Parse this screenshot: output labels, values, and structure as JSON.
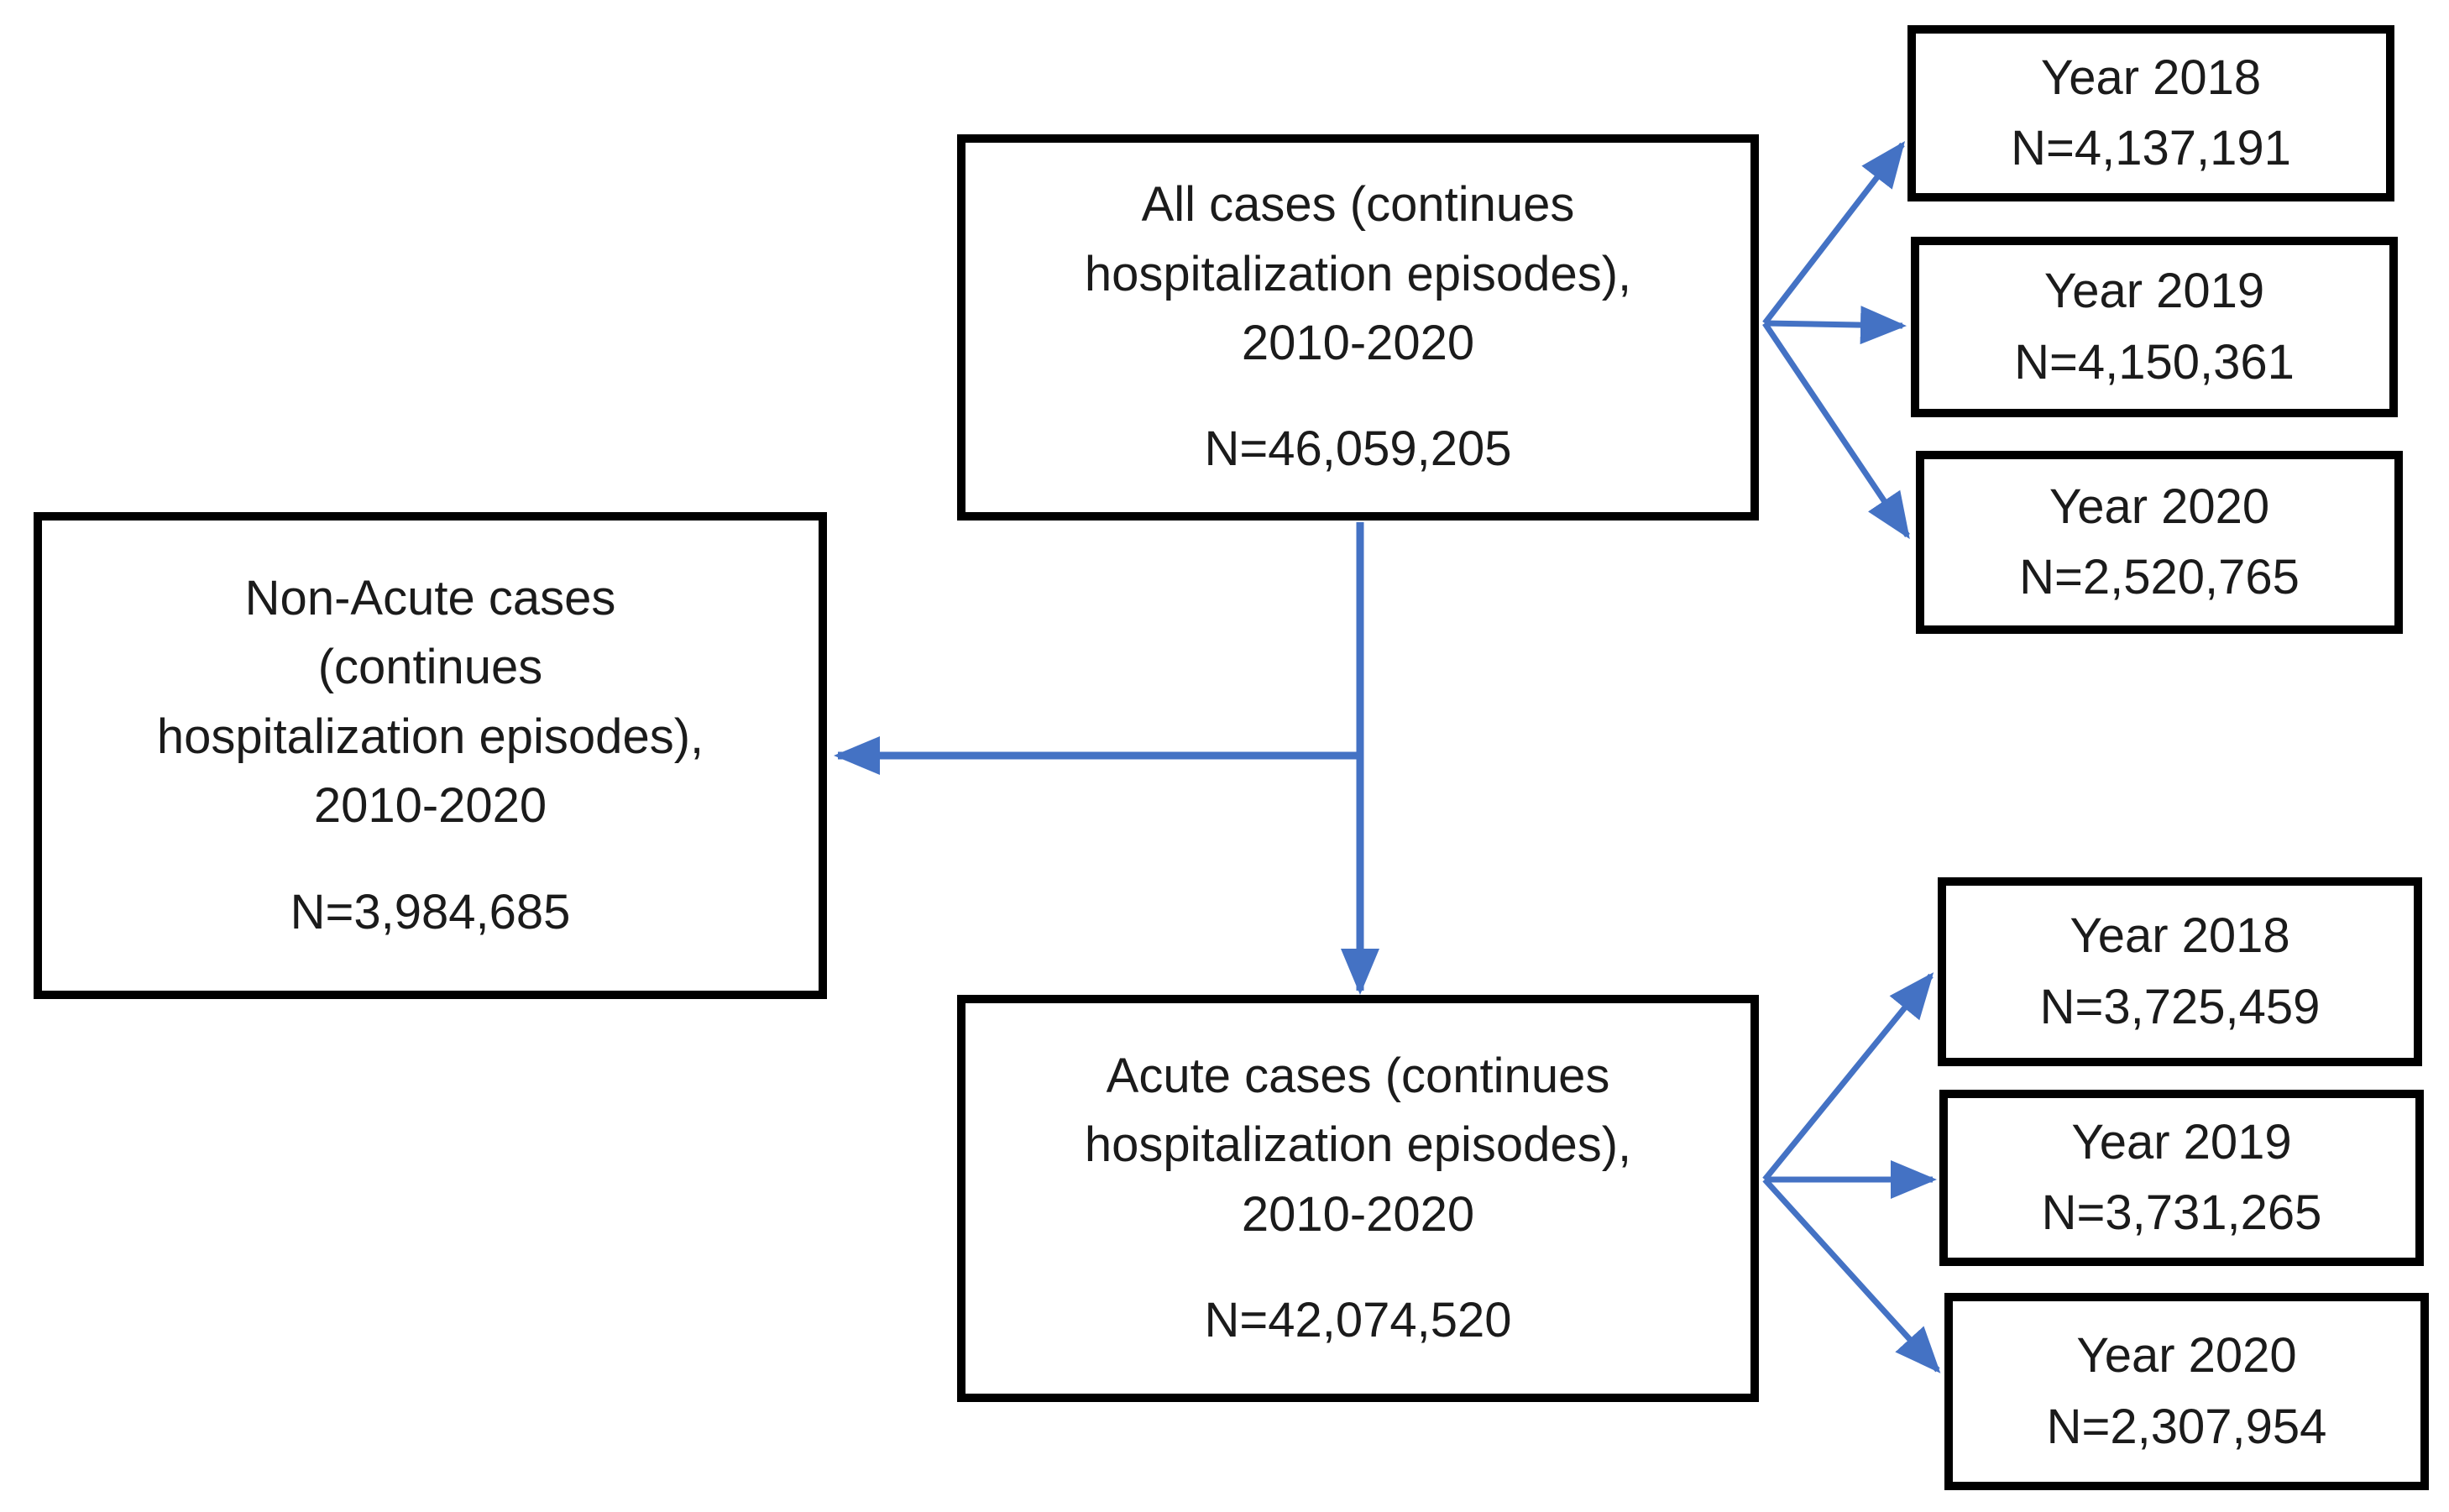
{
  "colors": {
    "arrow": "#4472C4",
    "box_border": "#000000",
    "text": "#1b1b1b",
    "background": "#ffffff"
  },
  "flowchart": {
    "all_cases": {
      "lines": [
        "All cases (continues",
        "hospitalization episodes),",
        "2010-2020"
      ],
      "n": "N=46,059,205"
    },
    "non_acute_cases": {
      "lines": [
        "Non-Acute cases",
        "(continues",
        "hospitalization episodes),",
        "2010-2020"
      ],
      "n": "N=3,984,685"
    },
    "acute_cases": {
      "lines": [
        "Acute cases (continues",
        "hospitalization episodes),",
        "2010-2020"
      ],
      "n": "N=42,074,520"
    },
    "all_cases_by_year": [
      {
        "label": "Year 2018",
        "n": "N=4,137,191"
      },
      {
        "label": "Year 2019",
        "n": "N=4,150,361"
      },
      {
        "label": "Year 2020",
        "n": "N=2,520,765"
      }
    ],
    "acute_cases_by_year": [
      {
        "label": "Year 2018",
        "n": "N=3,725,459"
      },
      {
        "label": "Year 2019",
        "n": "N=3,731,265"
      },
      {
        "label": "Year 2020",
        "n": "N=2,307,954"
      }
    ]
  }
}
